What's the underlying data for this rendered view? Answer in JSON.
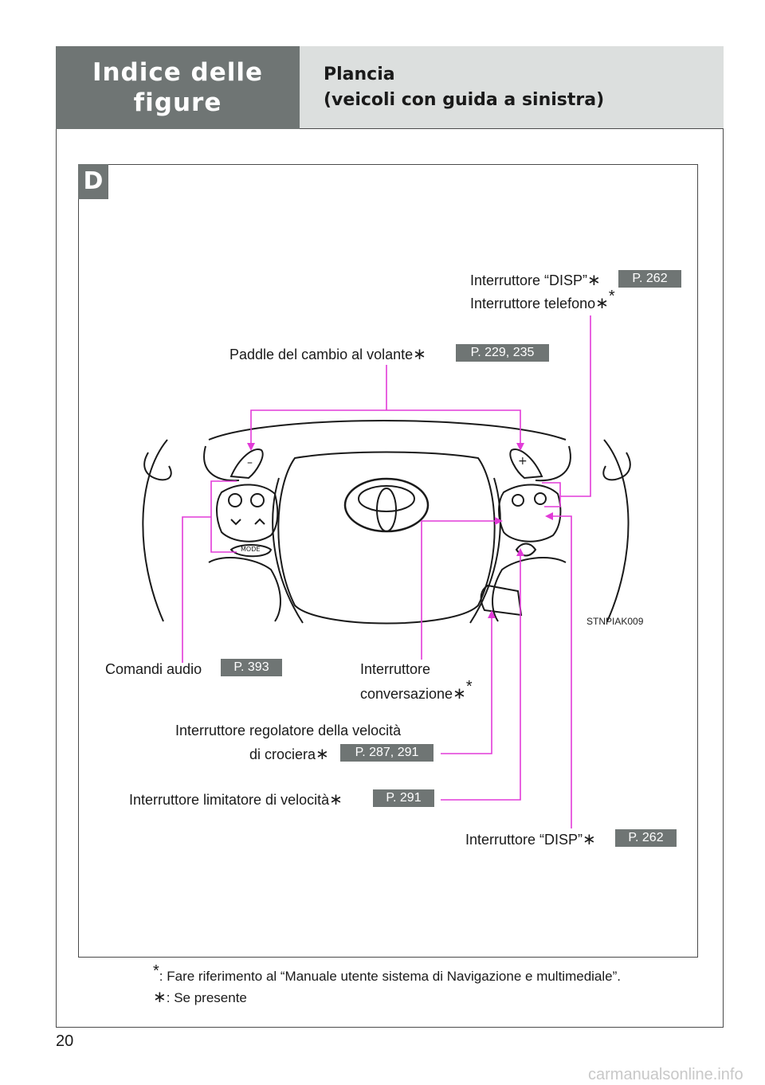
{
  "header": {
    "section_title": "Indice delle figure",
    "subtitle_line1": "Plancia",
    "subtitle_line2": "(veicoli con guida a sinistra)"
  },
  "section_letter": "D",
  "figure_code": "STNPIAK009",
  "callouts": {
    "disp_top": {
      "label": "Interruttore “DISP”",
      "ref": "P. 262"
    },
    "phone": {
      "label": "Interruttore telefono"
    },
    "paddle": {
      "label": "Paddle del cambio al volante",
      "ref": "P. 229, 235"
    },
    "audio": {
      "label": "Comandi audio",
      "ref": "P. 393"
    },
    "talk": {
      "label_line1": "Interruttore",
      "label_line2": "conversazione"
    },
    "cruise": {
      "label_line1": "Interruttore regolatore della velocità",
      "label_line2": "di crociera",
      "ref": "P. 287, 291"
    },
    "limiter": {
      "label": "Interruttore limitatore di velocità",
      "ref": "P. 291"
    },
    "disp_bottom": {
      "label": "Interruttore “DISP”",
      "ref": "P. 262"
    }
  },
  "footnotes": {
    "note1": ": Fare riferimento al “Manuale utente sistema di Navigazione e multimediale”.",
    "note2": ": Se presente"
  },
  "page_number": "20",
  "watermark": "carmanualsonline.info",
  "colors": {
    "callout_line": "#e23bd8",
    "header_dark": "#6f7574",
    "header_light": "#dcdfde"
  }
}
